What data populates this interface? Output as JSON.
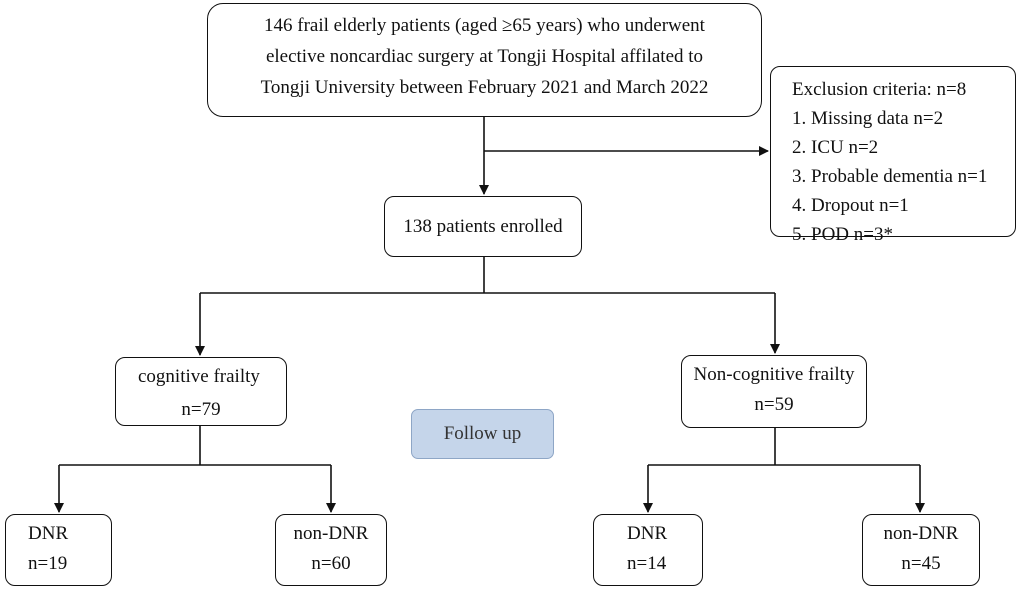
{
  "top_box": {
    "lines": [
      "146 frail elderly patients (aged ≥65 years) who underwent",
      "elective noncardiac surgery at Tongji Hospital affilated to",
      "Tongji University between February 2021 and March 2022"
    ]
  },
  "exclusion": {
    "title": "Exclusion criteria: n=8",
    "items": [
      "1. Missing data n=2",
      "2. ICU n=2",
      "3. Probable dementia n=1",
      "4. Dropout n=1",
      "5. POD n=3*"
    ]
  },
  "enrolled": {
    "label": "138 patients enrolled"
  },
  "cognitive": {
    "label": "cognitive frailty",
    "count": "n=79"
  },
  "noncognitive": {
    "label": "Non-cognitive frailty",
    "count": "n=59"
  },
  "follow_up": {
    "label": "Follow up",
    "fill": "#c5d5ea",
    "border": "#8ea6c6"
  },
  "cognitive_dnr": {
    "label": "DNR",
    "count": "n=19"
  },
  "cognitive_nondnr": {
    "label": "non-DNR",
    "count": "n=60"
  },
  "noncognitive_dnr": {
    "label": "DNR",
    "count": "n=14"
  },
  "noncognitive_nondnr": {
    "label": "non-DNR",
    "count": "n=45"
  }
}
